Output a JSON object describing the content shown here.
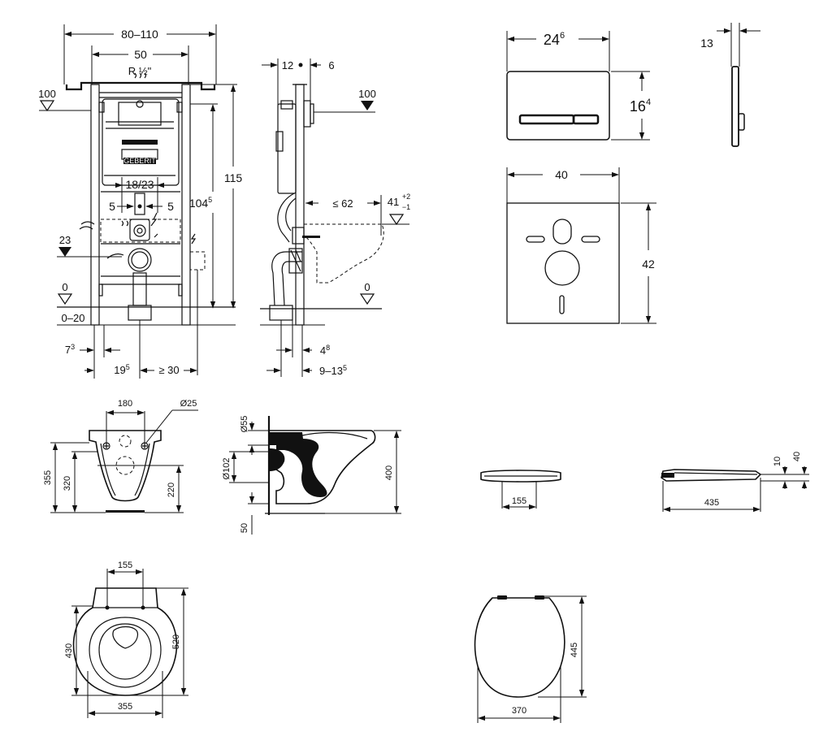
{
  "frame_front": {
    "width_range": "80–110",
    "width": "50",
    "thread": "R ½\"",
    "level_top": "100",
    "height_total": "115",
    "height_mount_main": "104",
    "height_mount_sup": "5",
    "bolt_spacing": "18/23",
    "offset_left": "5",
    "offset_right": "5",
    "level_inlet": "23",
    "level_floor": "0",
    "floor_range": "0–20",
    "foot_main": "7",
    "foot_sup": "3",
    "drain_main": "19",
    "drain_sup": "5",
    "power_offset": "≥ 30"
  },
  "frame_side": {
    "depth": "12",
    "gap": "6",
    "level_top": "100",
    "projection": "≤ 62",
    "pan_height_main": "41",
    "pan_tol_plus": "+2",
    "pan_tol_minus": "−1",
    "level_floor": "0",
    "drain_main": "4",
    "drain_sup": "8",
    "wall_main": "9–13",
    "wall_sup": "5"
  },
  "flush_plate": {
    "width_main": "24",
    "width_sup": "6",
    "height_main": "16",
    "height_sup": "4",
    "thickness": "13"
  },
  "sound_pad": {
    "width": "40",
    "height": "42"
  },
  "bowl_front": {
    "bolt_spacing": "180",
    "hole_diameter": "Ø25",
    "height_total": "355",
    "height_rim": "320",
    "height_outlet": "220"
  },
  "bowl_side": {
    "inlet_diameter": "Ø55",
    "outlet_diameter": "Ø102",
    "outlet_offset": "50",
    "height": "400"
  },
  "seat_front": {
    "hinge_spacing": "155"
  },
  "seat_side": {
    "length": "435",
    "height_hinge": "10",
    "height_total": "40"
  },
  "bowl_top": {
    "hinge_spacing": "155",
    "width": "355",
    "length_inner": "430",
    "length_total": "520"
  },
  "seat_top": {
    "width": "370",
    "length": "445"
  }
}
